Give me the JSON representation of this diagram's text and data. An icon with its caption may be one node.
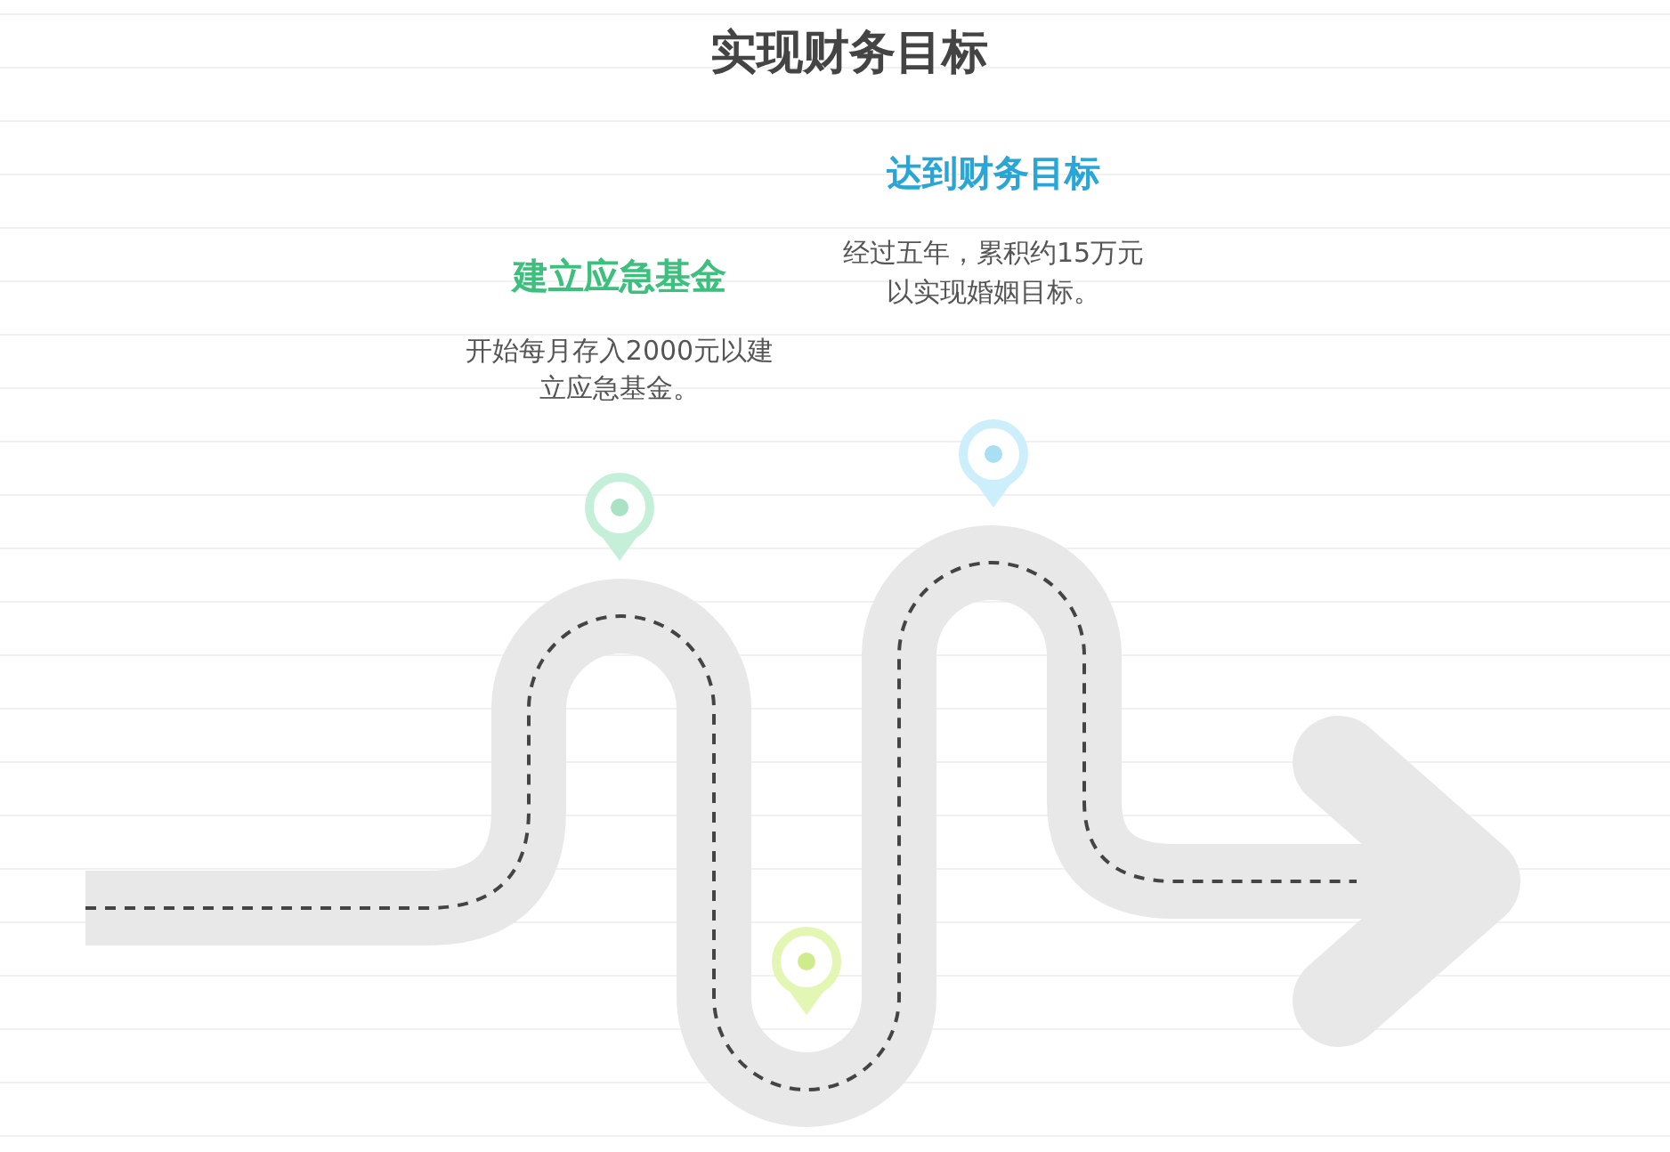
{
  "diagram": {
    "title": "实现财务目标",
    "labels": [
      "建立应急基金",
      "开始每月存入2000元以建立应急基金。",
      "达到财务目标",
      "经过五年，累积约15万元以实现婚姻目标。"
    ]
  }
}
